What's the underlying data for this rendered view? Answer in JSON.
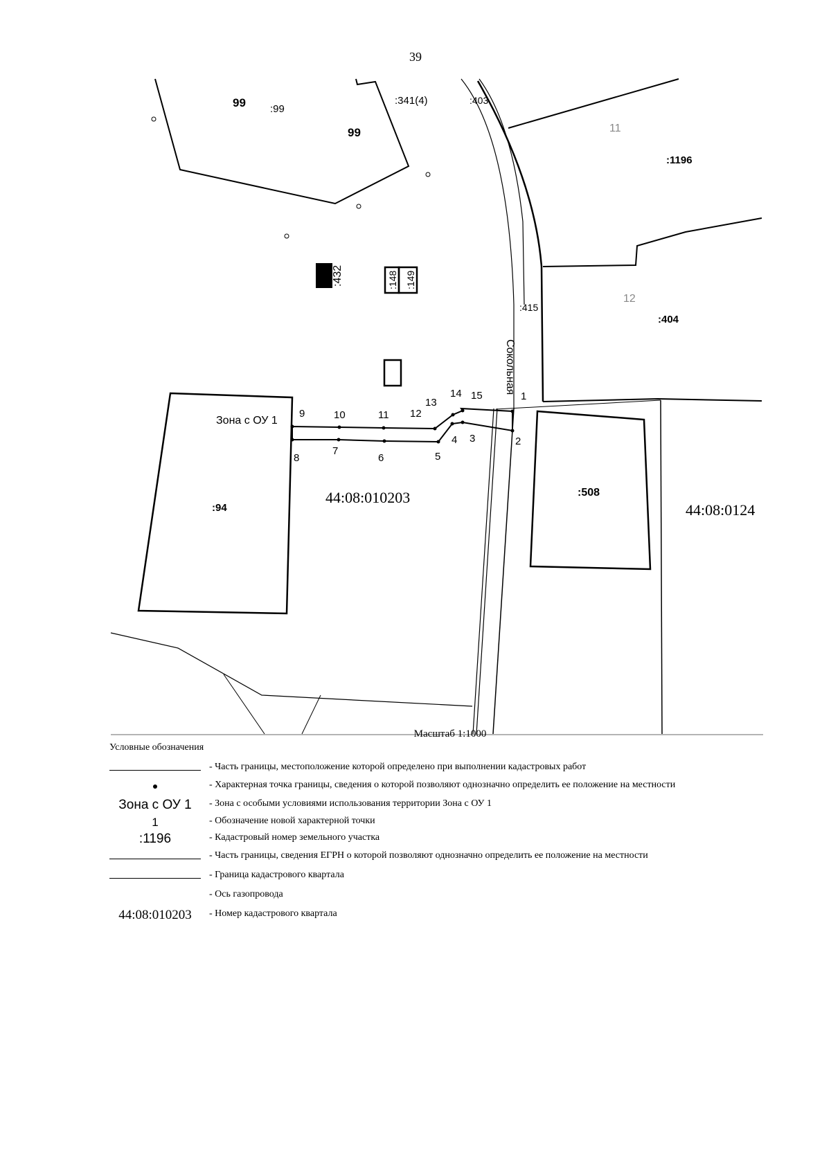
{
  "page": {
    "number": "39"
  },
  "map": {
    "labels": {
      "p99a": "99",
      "p99b": ":99",
      "p99c": "99",
      "p341": ":341(4)",
      "p403": ":403",
      "p11": "11",
      "p1196": ":1196",
      "p432": ":432",
      "p148": ":148",
      "p149": ":149",
      "p415": ":415",
      "p12": "12",
      "p404": ":404",
      "street": "Сокольная",
      "zone": "Зона с ОУ 1",
      "p94": ":94",
      "p508": ":508",
      "quarter_a": "44:08:010203",
      "quarter_b": "44:08:0124"
    },
    "points": [
      "1",
      "2",
      "3",
      "4",
      "5",
      "6",
      "7",
      "8",
      "9",
      "10",
      "11",
      "12",
      "13",
      "14",
      "15"
    ]
  },
  "scale": {
    "text": "Масштаб 1:1000"
  },
  "legend": {
    "title": "Условные обозначения",
    "items": [
      {
        "symbol": "",
        "icon": "boundary-line-icon",
        "description": "- Часть границы, местоположение которой определено при выполнении кадастровых работ"
      },
      {
        "symbol": "",
        "icon": "point-dot-icon",
        "description": "- Характерная точка границы, сведения о которой позволяют однозначно определить ее положение на местности"
      },
      {
        "symbol": "Зона с ОУ 1",
        "icon": "",
        "description": "- Зона с особыми условиями использования территории Зона с ОУ 1"
      },
      {
        "symbol": "1",
        "icon": "",
        "description": "- Обозначение новой характерной точки"
      },
      {
        "symbol": ":1196",
        "icon": "",
        "description": "- Кадастровый номер земельного участка"
      },
      {
        "symbol": "",
        "icon": "egrn-line-icon",
        "description": "- Часть границы, сведения ЕГРН о которой позволяют однозначно определить ее положение на местности"
      },
      {
        "symbol": "",
        "icon": "quarter-line-icon",
        "description": "- Граница кадастрового квартала"
      },
      {
        "symbol": "",
        "icon": "gas-axis-icon",
        "description": "- Ось газопровода"
      },
      {
        "symbol": "44:08:010203",
        "icon": "",
        "description": "- Номер кадастрового квартала"
      }
    ]
  }
}
